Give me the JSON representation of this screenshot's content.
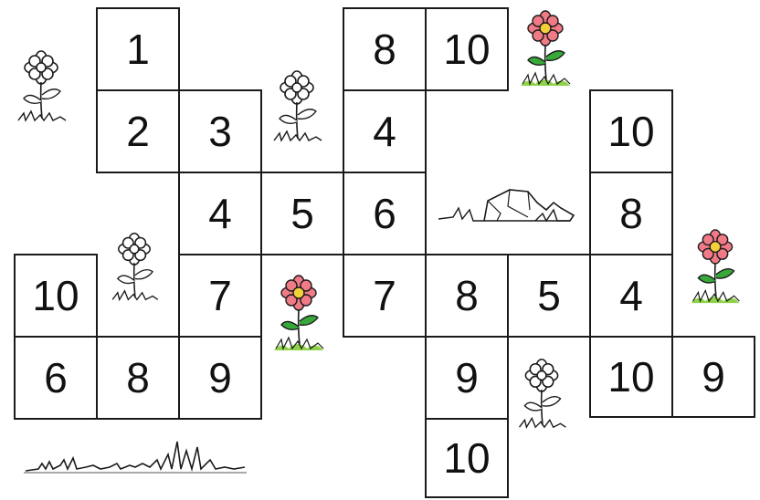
{
  "board": {
    "cells": [
      {
        "id": "c1",
        "text": "1"
      },
      {
        "id": "c2",
        "text": "2"
      },
      {
        "id": "c3",
        "text": "3"
      },
      {
        "id": "c4a",
        "text": "4"
      },
      {
        "id": "c5a",
        "text": "5"
      },
      {
        "id": "c6a",
        "text": "6"
      },
      {
        "id": "c8a",
        "text": "8"
      },
      {
        "id": "c10a",
        "text": "10"
      },
      {
        "id": "c4b",
        "text": "4"
      },
      {
        "id": "c10b",
        "text": "10"
      },
      {
        "id": "c8b",
        "text": "8"
      },
      {
        "id": "c10c",
        "text": "10"
      },
      {
        "id": "c7a",
        "text": "7"
      },
      {
        "id": "c7b",
        "text": "7"
      },
      {
        "id": "c8c",
        "text": "8"
      },
      {
        "id": "c5b",
        "text": "5"
      },
      {
        "id": "c4c",
        "text": "4"
      },
      {
        "id": "c6b",
        "text": "6"
      },
      {
        "id": "c8d",
        "text": "8"
      },
      {
        "id": "c9a",
        "text": "9"
      },
      {
        "id": "c9b",
        "text": "9"
      },
      {
        "id": "c10d",
        "text": "10"
      },
      {
        "id": "c9c",
        "text": "9"
      },
      {
        "id": "c10e",
        "text": "10"
      }
    ]
  },
  "colors": {
    "line": "#1a1a1a",
    "flower_petal": "#f07a86",
    "flower_center": "#f3d03a",
    "leaf": "#39a83a",
    "grass": "#8fd24a"
  },
  "decor": {
    "white_flower_icon": "white-flower-icon",
    "pink_flower_icon": "pink-flower-icon",
    "rock_icon": "rock-icon",
    "grass_icon": "grass-icon"
  }
}
